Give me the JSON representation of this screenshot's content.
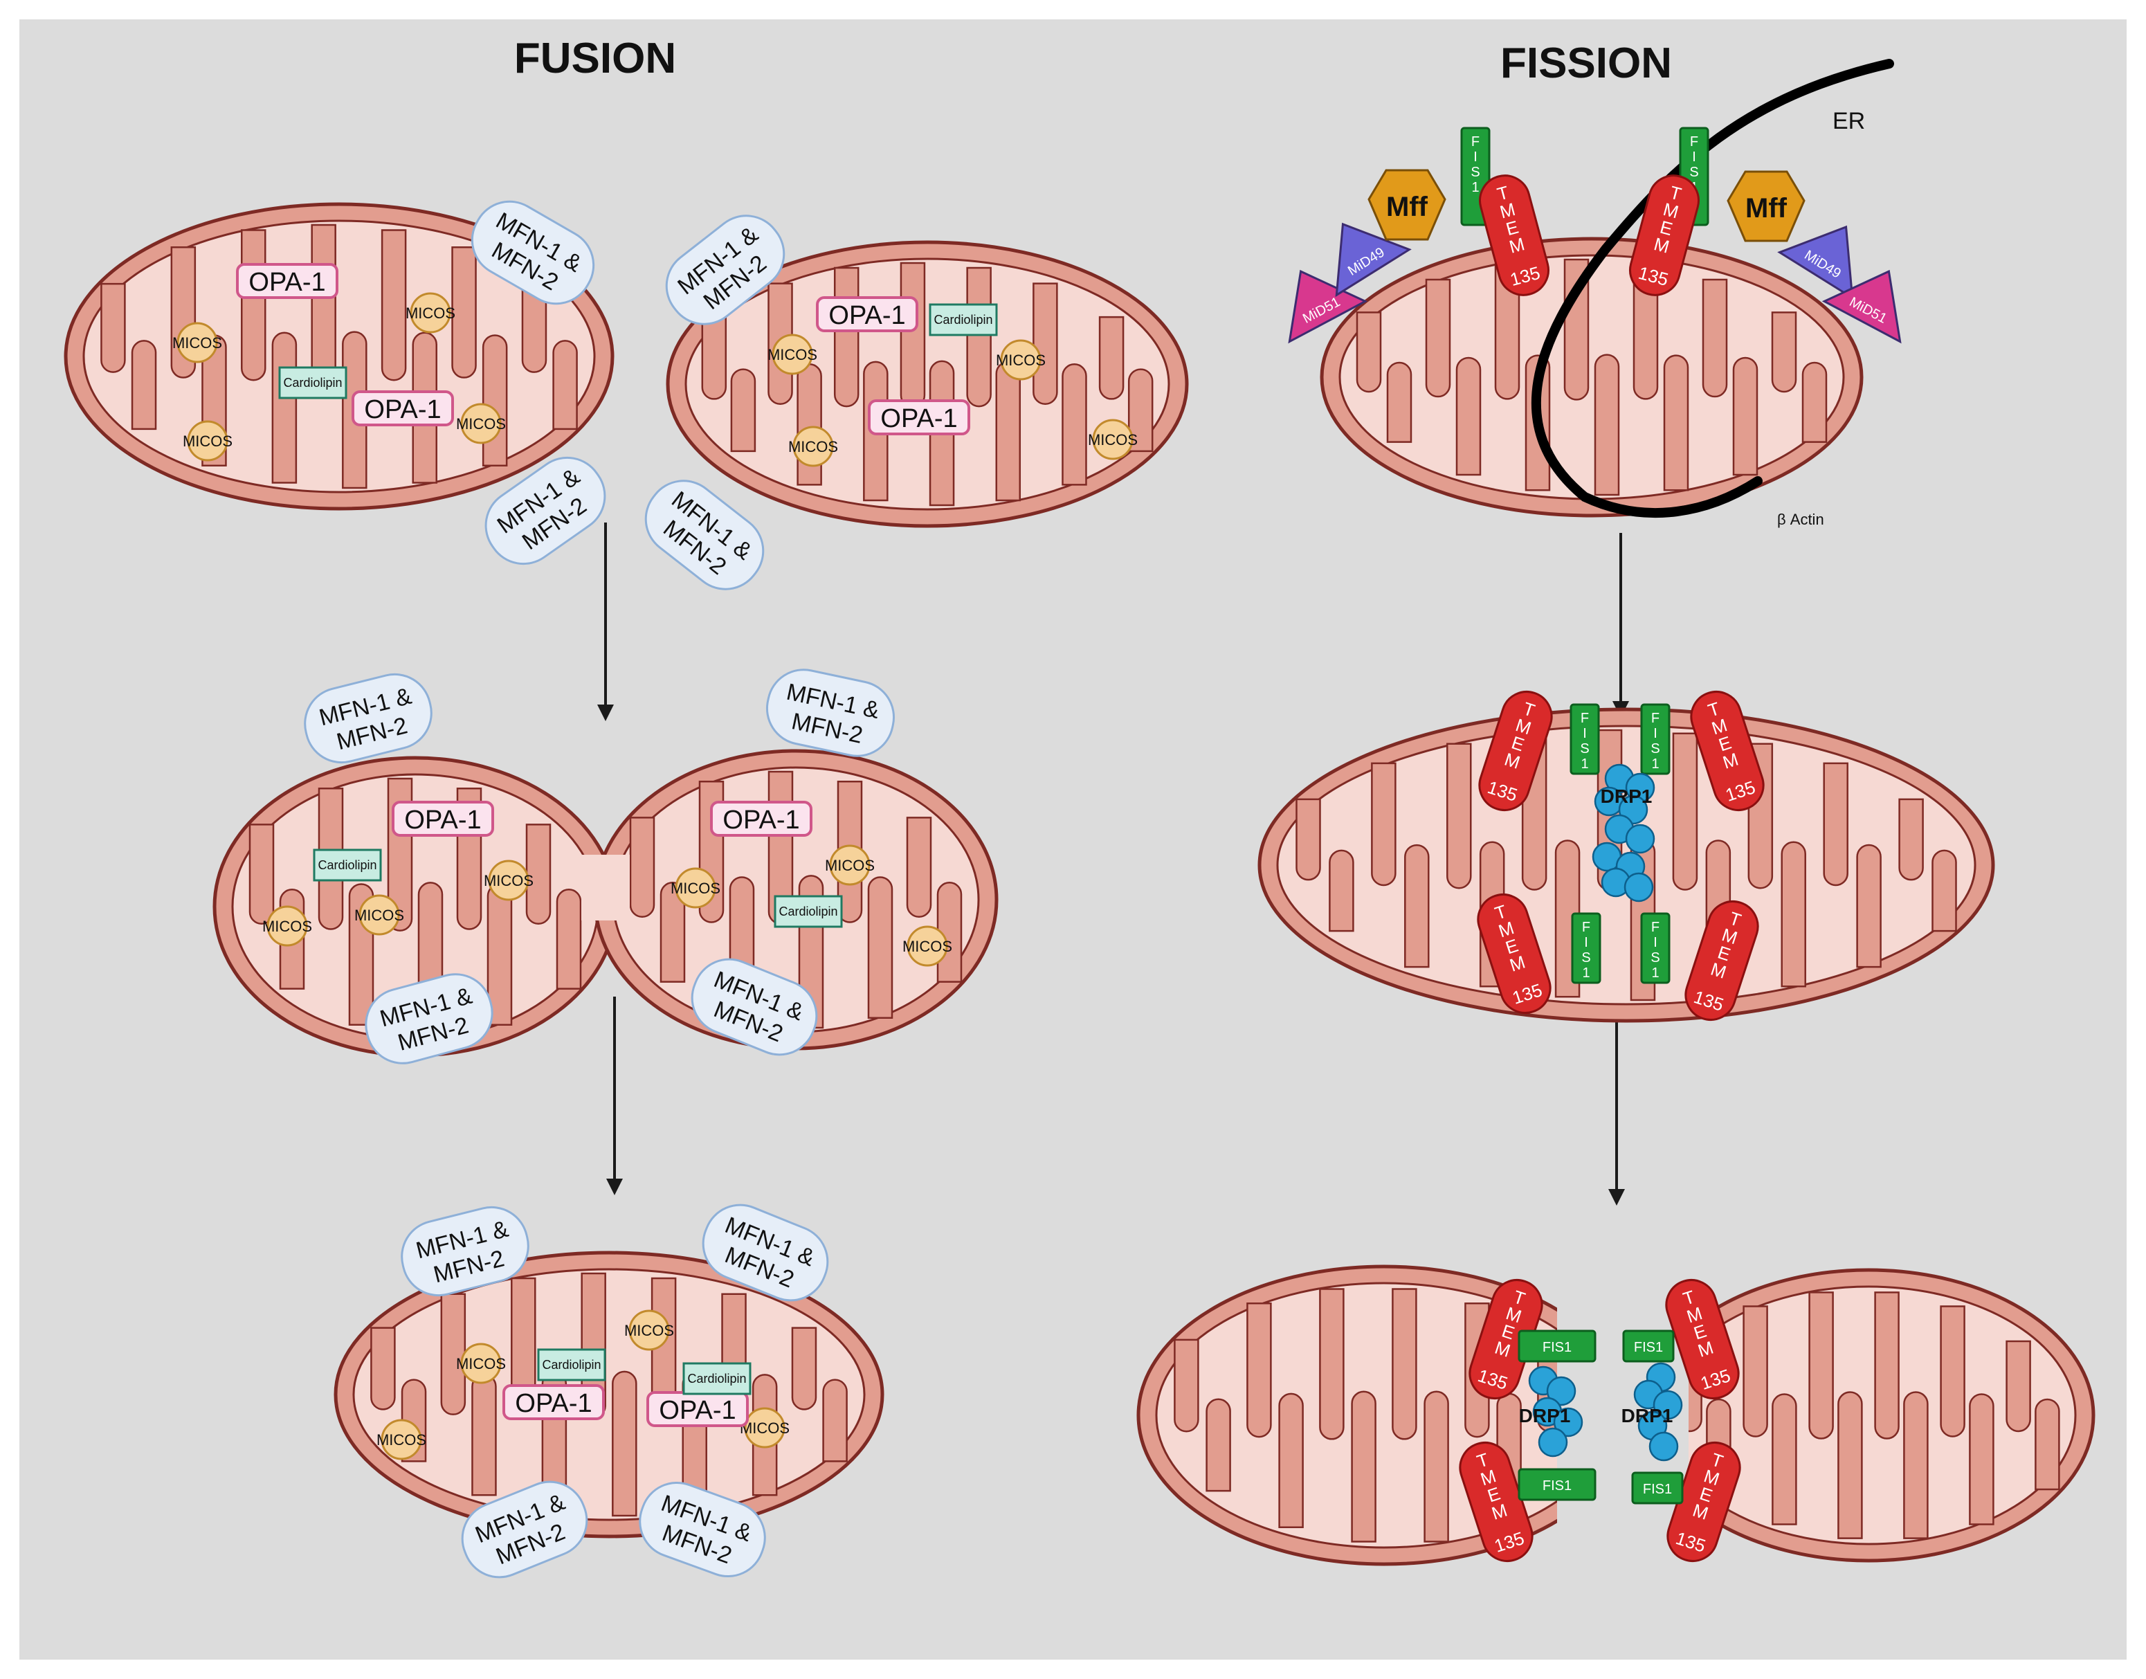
{
  "fusion": {
    "title": "FUSION",
    "opa_label": "OPA-1",
    "micos_label": "MICOS",
    "cardiolipin_label": "Cardiolipin",
    "mfn_line1": "MFN-1 &",
    "mfn_line2": "MFN-2"
  },
  "fission": {
    "title": "FISSION",
    "er_label": "ER",
    "actin_label": "β Actin",
    "mff_label": "Mff",
    "mid49_label": "MiD49",
    "mid51_label": "MiD51",
    "fis1_label": "FIS1",
    "tmem_word": "TMEM",
    "tmem_num": "135",
    "drp1_label": "DRP1"
  },
  "colors": {
    "background": "#dcdcdc",
    "mito_outer": "#e29d8f",
    "mito_inner": "#f6d9d3",
    "mito_stroke": "#7e2a24",
    "tmem": "#d92a2a",
    "fis1": "#1f9e3a",
    "drp1": "#2aa2d8",
    "mff": "#e19a1a",
    "mid49": "#6a63d6",
    "mid51": "#d8388e",
    "mfn_fill": "#e6eef8",
    "micos_fill": "#f6d29a",
    "opa_stroke": "#d0578a",
    "cardiolipin_stroke": "#1f7a62"
  },
  "icons": [
    "arrow-down-icon",
    "drp1-cluster-icon",
    "er-membrane-icon"
  ]
}
